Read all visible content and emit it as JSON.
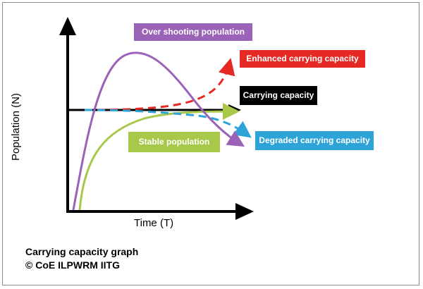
{
  "diagram": {
    "labels": {
      "overshooting": "Over shooting population",
      "enhanced": "Enhanced carrying capacity",
      "carrying": "Carrying capacity",
      "stable": "Stable population",
      "degraded": "Degraded carrying capacity"
    },
    "axes": {
      "x_label": "Time (T)",
      "y_label": "Population (N)"
    },
    "caption": {
      "line1": "Carrying capacity graph",
      "line2": "© CoE ILPWRM IITG"
    },
    "colors": {
      "overshooting": "#9b63b8",
      "enhanced": "#e52a25",
      "carrying": "#000000",
      "stable": "#a8c84a",
      "degraded": "#2ea3d8",
      "axis": "#000000"
    }
  }
}
